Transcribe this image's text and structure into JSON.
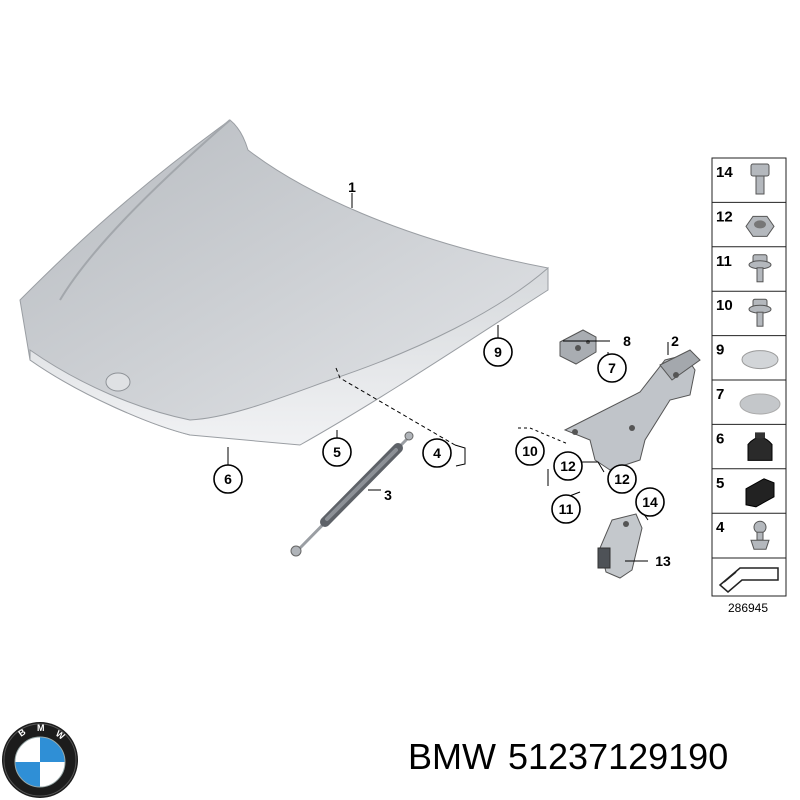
{
  "callouts": [
    {
      "number": "1",
      "circled": false
    },
    {
      "number": "2",
      "circled": false
    },
    {
      "number": "3",
      "circled": false
    },
    {
      "number": "4",
      "circled": true
    },
    {
      "number": "5",
      "circled": true
    },
    {
      "number": "6",
      "circled": true
    },
    {
      "number": "7",
      "circled": true
    },
    {
      "number": "8",
      "circled": false
    },
    {
      "number": "9",
      "circled": true
    },
    {
      "number": "10",
      "circled": true
    },
    {
      "number": "11",
      "circled": true
    },
    {
      "number": "12",
      "circled": true
    },
    {
      "number": "12",
      "circled": true
    },
    {
      "number": "13",
      "circled": false
    },
    {
      "number": "14",
      "circled": true
    }
  ],
  "legend": [
    {
      "number": "14",
      "part": "bolt-icon"
    },
    {
      "number": "12",
      "part": "nut-icon"
    },
    {
      "number": "11",
      "part": "flange-bolt-icon"
    },
    {
      "number": "10",
      "part": "washer-bolt-icon"
    },
    {
      "number": "9",
      "part": "cap-icon"
    },
    {
      "number": "7",
      "part": "flat-pad-icon"
    },
    {
      "number": "6",
      "part": "rubber-buffer-icon"
    },
    {
      "number": "5",
      "part": "rubber-strip-icon"
    },
    {
      "number": "4",
      "part": "ball-stud-icon"
    }
  ],
  "diagram_ref": "286945",
  "brand": "BMW",
  "part_number": "51237129190",
  "colors": {
    "hood": "#c9ccd0",
    "hood_dark": "#a8acb1",
    "parts": "#b9bdc2",
    "line": "#000000"
  },
  "logo": {
    "letters": "BMW",
    "colors": {
      "blue": "#2f8fd6",
      "white": "#ffffff",
      "ring": "#1a1a1a"
    }
  }
}
